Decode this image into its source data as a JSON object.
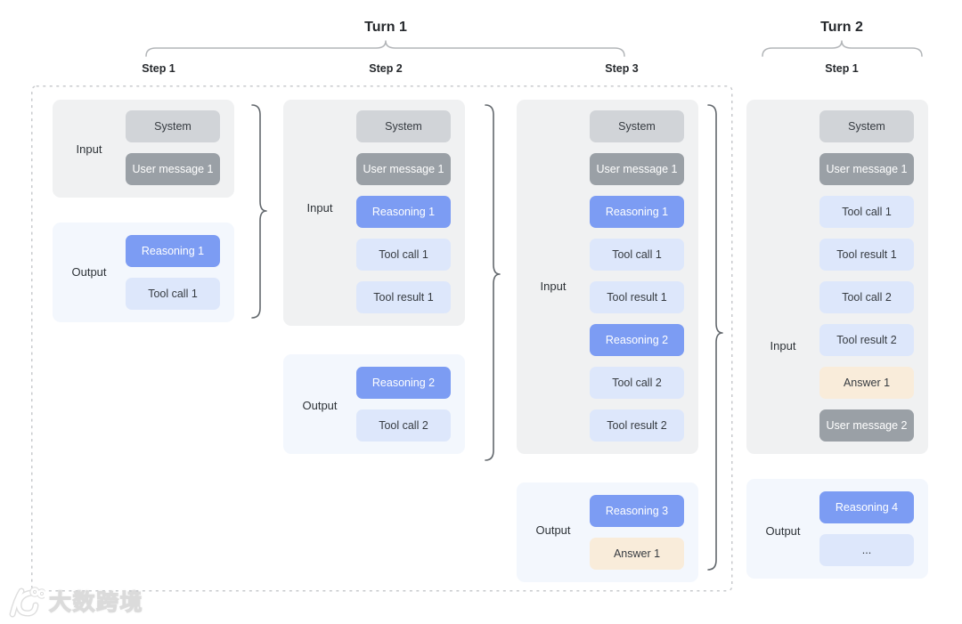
{
  "header": {
    "turns": [
      {
        "label": "Turn 1",
        "steps": [
          "Step 1",
          "Step 2",
          "Step 3"
        ]
      },
      {
        "label": "Turn 2",
        "steps": [
          "Step 1"
        ]
      }
    ]
  },
  "columns": [
    {
      "turn": "Turn 1",
      "step": "Step 1",
      "input_label": "Input",
      "output_label": "Output",
      "input": [
        {
          "label": "System",
          "type": "system"
        },
        {
          "label": "User message 1",
          "type": "user"
        }
      ],
      "output": [
        {
          "label": "Reasoning 1",
          "type": "reasoning"
        },
        {
          "label": "Tool call 1",
          "type": "tool"
        }
      ]
    },
    {
      "turn": "Turn 1",
      "step": "Step 2",
      "input_label": "Input",
      "output_label": "Output",
      "input": [
        {
          "label": "System",
          "type": "system"
        },
        {
          "label": "User message 1",
          "type": "user"
        },
        {
          "label": "Reasoning 1",
          "type": "reasoning"
        },
        {
          "label": "Tool call 1",
          "type": "tool"
        },
        {
          "label": "Tool result 1",
          "type": "tool"
        }
      ],
      "output": [
        {
          "label": "Reasoning 2",
          "type": "reasoning"
        },
        {
          "label": "Tool call 2",
          "type": "tool"
        }
      ]
    },
    {
      "turn": "Turn 1",
      "step": "Step 3",
      "input_label": "Input",
      "output_label": "Output",
      "input": [
        {
          "label": "System",
          "type": "system"
        },
        {
          "label": "User message 1",
          "type": "user"
        },
        {
          "label": "Reasoning 1",
          "type": "reasoning"
        },
        {
          "label": "Tool call 1",
          "type": "tool"
        },
        {
          "label": "Tool result 1",
          "type": "tool"
        },
        {
          "label": "Reasoning 2",
          "type": "reasoning"
        },
        {
          "label": "Tool call 2",
          "type": "tool"
        },
        {
          "label": "Tool result 2",
          "type": "tool"
        }
      ],
      "output": [
        {
          "label": "Reasoning 3",
          "type": "reasoning"
        },
        {
          "label": "Answer 1",
          "type": "answer"
        }
      ]
    },
    {
      "turn": "Turn 2",
      "step": "Step 1",
      "input_label": "Input",
      "output_label": "Output",
      "input": [
        {
          "label": "System",
          "type": "system"
        },
        {
          "label": "User message 1",
          "type": "user"
        },
        {
          "label": "Tool call 1",
          "type": "tool"
        },
        {
          "label": "Tool result 1",
          "type": "tool"
        },
        {
          "label": "Tool call 2",
          "type": "tool"
        },
        {
          "label": "Tool result 2",
          "type": "tool"
        },
        {
          "label": "Answer 1",
          "type": "answer"
        },
        {
          "label": "User message 2",
          "type": "user"
        }
      ],
      "output": [
        {
          "label": "Reasoning 4",
          "type": "reasoning"
        },
        {
          "label": "...",
          "type": "tool"
        }
      ]
    }
  ],
  "watermark": {
    "text": "大数跨境"
  },
  "palette": {
    "system": {
      "bg": "#d1d4d8",
      "fg": "#363b41"
    },
    "user": {
      "bg": "#9aa0a6",
      "fg": "#ffffff"
    },
    "reasoning": {
      "bg": "#7c9cf3",
      "fg": "#ffffff"
    },
    "tool": {
      "bg": "#dde7fb",
      "fg": "#363b41"
    },
    "answer": {
      "bg": "#f9ecda",
      "fg": "#363b41"
    },
    "input_bg": "#f0f1f2",
    "output_bg": "#f3f7fd",
    "brace": "#63686d",
    "top_brace": "#b2b5b8",
    "dashed_border": "#c8cacd"
  }
}
